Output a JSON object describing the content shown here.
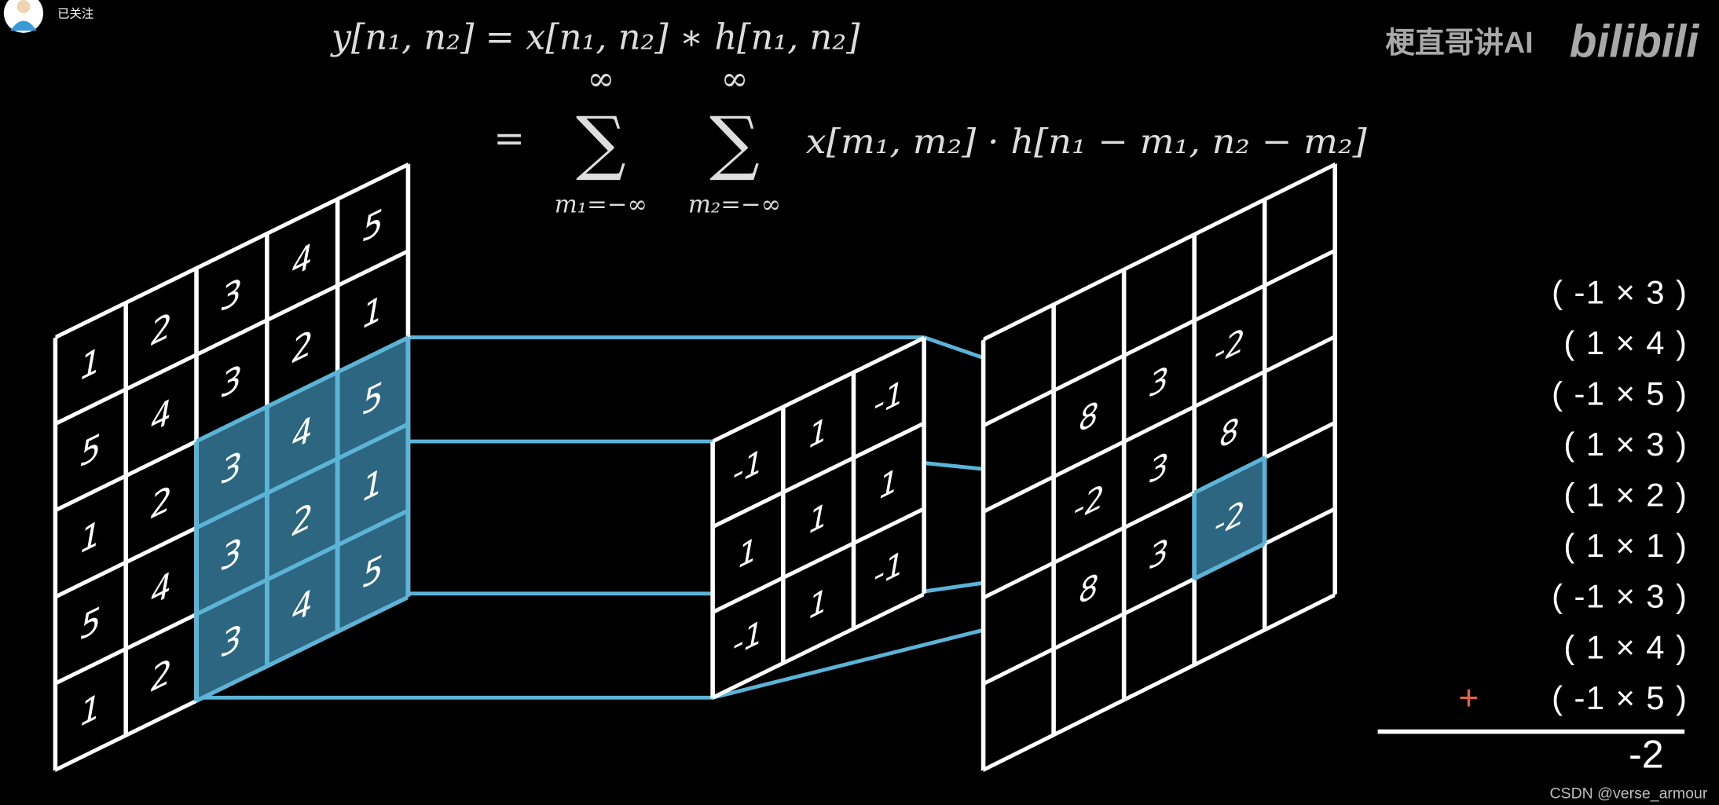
{
  "header": {
    "follow_status": "已关注",
    "channel_watermark": "梗直哥讲AI",
    "platform_logo": "bilibili"
  },
  "formula": {
    "line1": "y[n₁, n₂] = x[n₁, n₂] ∗ h[n₁, n₂]",
    "equals": "=",
    "sum_symbol": "∑",
    "sum1_upper": "∞",
    "sum1_lower": "m₁=−∞",
    "sum2_upper": "∞",
    "sum2_lower": "m₂=−∞",
    "summand": "x[m₁, m₂] · h[n₁ − m₁, n₂ − m₂]"
  },
  "input_matrix": {
    "values": [
      [
        "1",
        "2",
        "3",
        "4",
        "5"
      ],
      [
        "5",
        "4",
        "3",
        "2",
        "1"
      ],
      [
        "1",
        "2",
        "3",
        "4",
        "5"
      ],
      [
        "5",
        "4",
        "3",
        "2",
        "1"
      ],
      [
        "1",
        "2",
        "3",
        "4",
        "5"
      ]
    ],
    "highlight": {
      "rows": [
        2,
        4
      ],
      "cols": [
        2,
        4
      ]
    }
  },
  "kernel": {
    "values": [
      [
        "-1",
        "1",
        "-1"
      ],
      [
        "1",
        "1",
        "1"
      ],
      [
        "-1",
        "1",
        "-1"
      ]
    ]
  },
  "output_matrix": {
    "values": [
      [
        "",
        "",
        "",
        "",
        ""
      ],
      [
        "",
        "8",
        "3",
        "-2",
        ""
      ],
      [
        "",
        "-2",
        "3",
        "8",
        ""
      ],
      [
        "",
        "8",
        "3",
        "-2",
        ""
      ],
      [
        "",
        "",
        "",
        "",
        ""
      ]
    ],
    "highlight": {
      "row": 3,
      "col": 3
    }
  },
  "calculation": {
    "terms": [
      "( -1 × 3 )",
      "( 1 × 4 )",
      "( -1 × 5 )",
      "( 1 × 3 )",
      "( 1 × 2 )",
      "( 1 × 1 )",
      "( -1 × 3 )",
      "( 1 × 4 )",
      "( -1 × 5 )"
    ],
    "plus_sign": "+",
    "result": "-2"
  },
  "footer": {
    "watermark": "CSDN @verse_armour"
  },
  "colors": {
    "highlight_stroke": "#5ab4d8",
    "highlight_fill": "#2c6680",
    "grid": "#ffffff",
    "plus": "#e8604a",
    "watermark": "#9a9a9a"
  }
}
